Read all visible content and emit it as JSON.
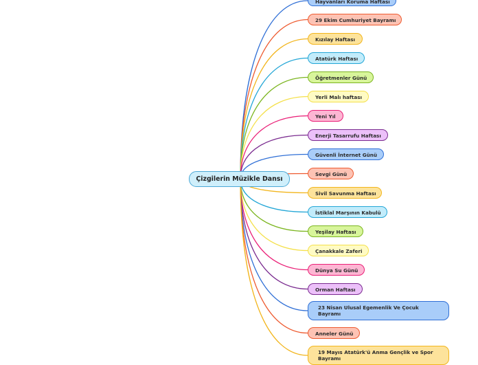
{
  "root": {
    "label": "Çizgilerin Müzikle Dansı"
  },
  "children": [
    {
      "label": "Hayvanları Koruma Haftası",
      "border": "#2f6fd6",
      "fill": "#a9cdf9"
    },
    {
      "label": "29 Ekim Cumhuriyet Bayramı",
      "border": "#ee5a2f",
      "fill": "#fdc3b4"
    },
    {
      "label": "Kızılay Haftası",
      "border": "#f2b51c",
      "fill": "#fde39b"
    },
    {
      "label": "Atatürk Haftası",
      "border": "#22a6d6",
      "fill": "#c2ecfb"
    },
    {
      "label": "Öğretmenler Günü",
      "border": "#7bb51f",
      "fill": "#d8f59b"
    },
    {
      "label": "Yerli Malı haftası",
      "border": "#f4e04a",
      "fill": "#fffbc4"
    },
    {
      "label": "Yeni Yıl",
      "border": "#ea1f77",
      "fill": "#fdb6d3"
    },
    {
      "label": "Enerji Tasarrufu Haftası",
      "border": "#7a2b8f",
      "fill": "#ecc0f9"
    },
    {
      "label": "Güvenli İnternet Günü",
      "border": "#2f6fd6",
      "fill": "#a9cdf9"
    },
    {
      "label": "Sevgi Günü",
      "border": "#ee5a2f",
      "fill": "#fdc3b4"
    },
    {
      "label": "Sivil Savunma Haftası",
      "border": "#f2b51c",
      "fill": "#fde39b"
    },
    {
      "label": "İstiklal Marşının Kabulü",
      "border": "#22a6d6",
      "fill": "#c2ecfb"
    },
    {
      "label": "Yeşilay Haftası",
      "border": "#7bb51f",
      "fill": "#d8f59b"
    },
    {
      "label": "Çanakkale Zaferi",
      "border": "#f4e04a",
      "fill": "#fffbc4"
    },
    {
      "label": "Dünya Su Günü",
      "border": "#ea1f77",
      "fill": "#fdb6d3"
    },
    {
      "label": "Orman Haftası",
      "border": "#7a2b8f",
      "fill": "#ecc0f9"
    },
    {
      "label": "23 Nisan Ulusal Egemenlik Ve Çocuk Bayramı",
      "border": "#2f6fd6",
      "fill": "#a9cdf9"
    },
    {
      "label": "Anneler Günü",
      "border": "#ee5a2f",
      "fill": "#fdc3b4"
    },
    {
      "label": "19 Mayıs Atatürk'ü Anma Gençlik ve Spor Bayramı",
      "border": "#f2b51c",
      "fill": "#fde39b"
    }
  ]
}
